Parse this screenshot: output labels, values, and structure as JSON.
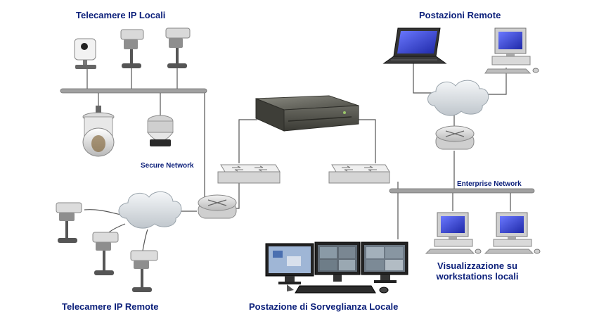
{
  "labels": {
    "local_cameras": "Telecamere IP Locali",
    "remote_stations": "Postazioni Remote",
    "secure_network": "Secure Network",
    "enterprise_network": "Enterprise Network",
    "remote_cameras": "Telecamere IP Remote",
    "local_surveillance": "Postazione di Sorveglianza Locale",
    "local_workstations_line1": "Visualizzazione su",
    "local_workstations_line2": "workstations locali"
  },
  "colors": {
    "label_text": "#0b1f7a",
    "bus": "#9a9a9a",
    "line": "#555555",
    "switch": "#d8d8d8",
    "server": "#5a5a52",
    "screen": "#3b44c4"
  }
}
